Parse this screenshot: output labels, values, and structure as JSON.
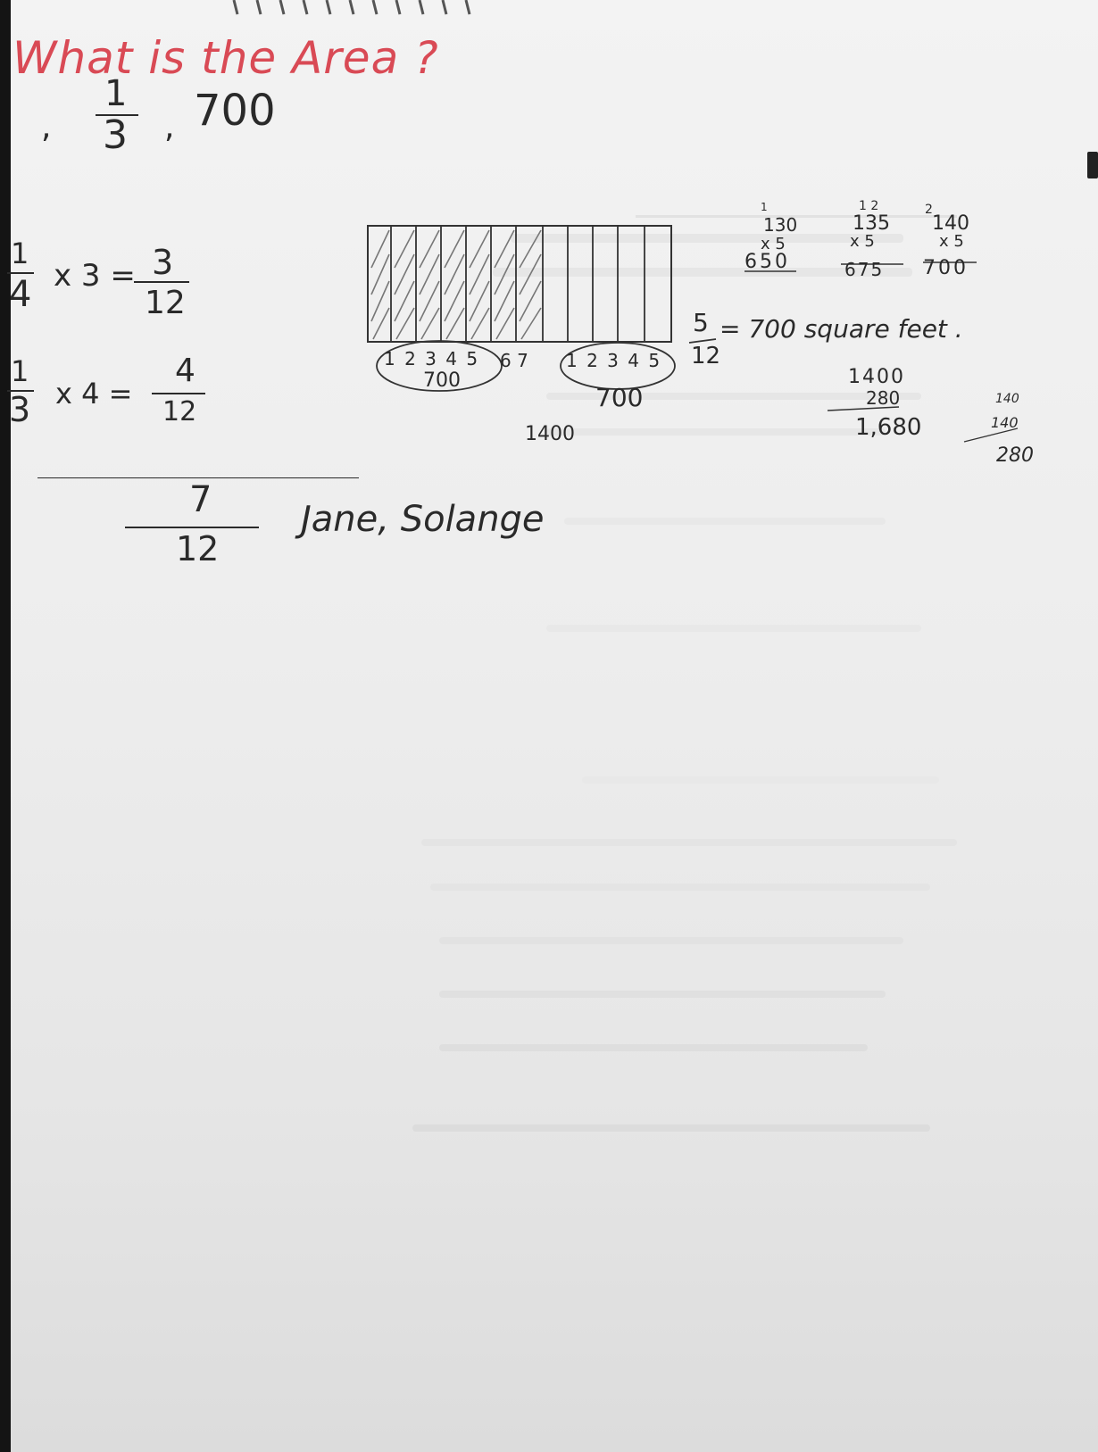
{
  "question": "What is the Area ?",
  "given": {
    "sep1": ",",
    "numerator": "1",
    "denominator": "3",
    "sep2": ",",
    "value": "700"
  },
  "eq1": {
    "num": "1",
    "den": "4",
    "op": "x 3 =",
    "res_num": "3",
    "res_den": "12"
  },
  "eq2": {
    "num": "1",
    "den": "3",
    "op": "x 4 =",
    "res_num": "4",
    "res_den": "12"
  },
  "sum": {
    "num": "7",
    "den": "12",
    "names": "Jane, Solange"
  },
  "model": {
    "left_numbers": "1 2 3 4 5",
    "middle_numbers": "6 7",
    "right_numbers": "1 2 3 4 5",
    "left_total": "700",
    "right_total": "700",
    "sum_total": "1400",
    "columns": 12,
    "shaded_columns": 7
  },
  "mults": [
    {
      "carry": "1",
      "top": "130",
      "mult": "x 5",
      "product": "650"
    },
    {
      "carry": "1 2",
      "top": "135",
      "mult": "x 5",
      "product": "675"
    },
    {
      "carry": "2",
      "top": "140",
      "mult": "x 5",
      "product": "700"
    }
  ],
  "fraction_answer": {
    "num": "5",
    "den": "12",
    "text": "= 700 square feet ."
  },
  "addition": {
    "a": "1400",
    "b": "280",
    "total": "1,680"
  },
  "side_sum": {
    "a": "140",
    "b": "140",
    "total": "280"
  }
}
